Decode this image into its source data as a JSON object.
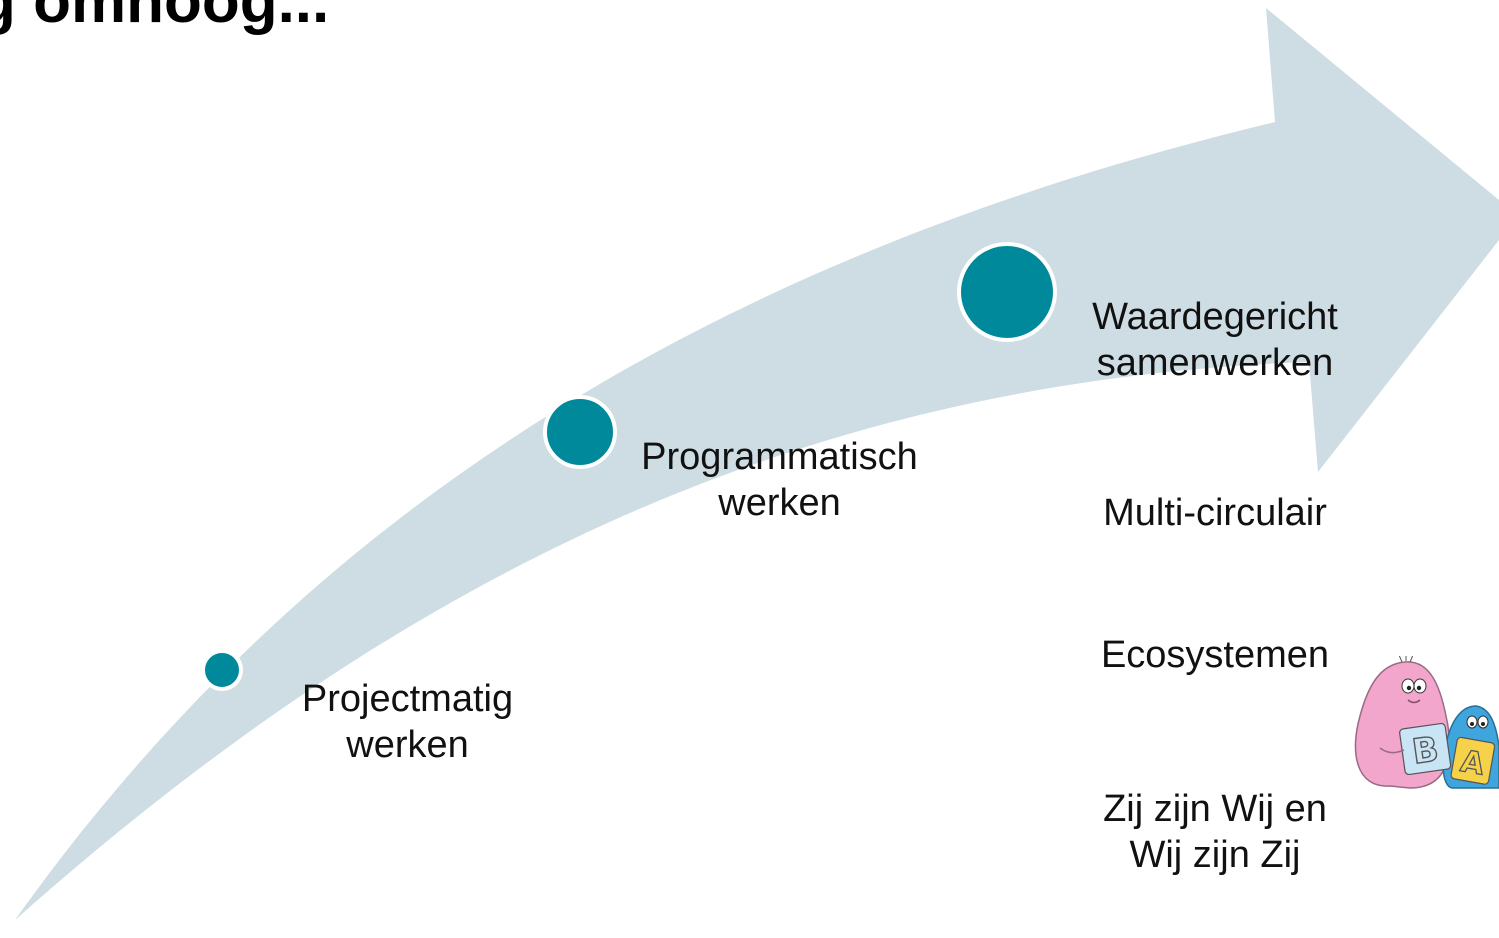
{
  "title": "g omhoog...",
  "colors": {
    "arrow": "#cddde3",
    "dot": "#00899b",
    "dot_outline": "#ffffff"
  },
  "stages": [
    {
      "line1": "Projectmatig",
      "line2": "werken"
    },
    {
      "line1": "Programmatisch",
      "line2": "werken"
    },
    {
      "line1": "Waardegericht",
      "line2": "samenwerken"
    }
  ],
  "keywords": [
    {
      "line1": "Multi-circulair"
    },
    {
      "line1": "Ecosystemen"
    },
    {
      "line1": "Zij zijn Wij en",
      "line2": "Wij zijn Zij"
    }
  ],
  "illustration": {
    "name": "barbapapa-illustration",
    "letters": [
      "B",
      "A"
    ]
  }
}
